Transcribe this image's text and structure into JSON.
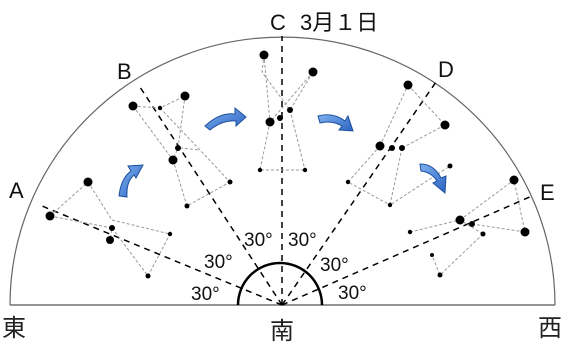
{
  "title": {
    "point": "C",
    "date": "3月１日"
  },
  "points": [
    "A",
    "B",
    "C",
    "D",
    "E"
  ],
  "directions": {
    "east": "東",
    "south": "南",
    "west": "西"
  },
  "angles": [
    "30°",
    "30°",
    "30°",
    "30°",
    "30°",
    "30°"
  ],
  "colors": {
    "arrow": "#3a78d0",
    "arrow_edge": "#1f4f9e",
    "stars": "#000000",
    "lines": "#999999"
  }
}
